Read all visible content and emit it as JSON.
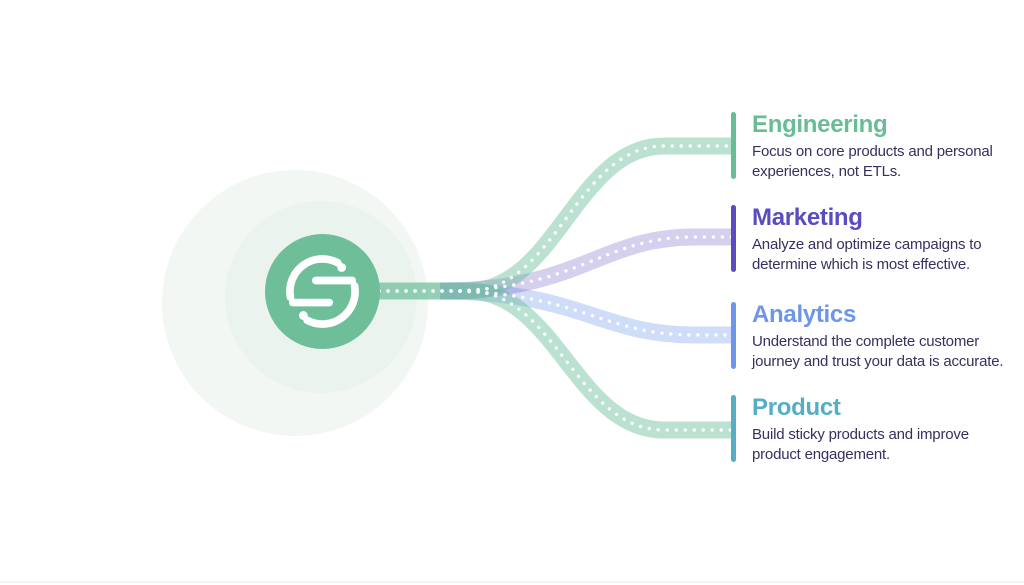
{
  "canvas": {
    "background": "#FFFFFF",
    "halo_outer_color": "#F2F7F4",
    "halo_inner_color": "#EBF3EF",
    "bottom_line_color": "#F3F4F6"
  },
  "logo": {
    "label": "Segment logo mark",
    "circle_color": "#6FBE9A",
    "glyph_color": "#FFFFFF"
  },
  "ribbon_dot_color": "#FFFFFF",
  "description_text_color": "#37305F",
  "sections": [
    {
      "id": "engineering",
      "title": "Engineering",
      "accent": "#69BD96",
      "ribbon_color": "rgba(105,189,150,0.45)",
      "desc_line1": "Focus on core products and personal",
      "desc_line2": "experiences, not ETLs."
    },
    {
      "id": "marketing",
      "title": "Marketing",
      "accent": "#5A4BBE",
      "ribbon_color": "rgba(88,72,188,0.26)",
      "desc_line1": "Analyze and optimize campaigns to",
      "desc_line2": "determine which is most effective."
    },
    {
      "id": "analytics",
      "title": "Analytics",
      "accent": "#6D96EA",
      "ribbon_color": "rgba(109,150,234,0.32)",
      "desc_line1": "Understand the complete customer",
      "desc_line2": "journey and trust your data is accurate."
    },
    {
      "id": "product",
      "title": "Product",
      "accent": "#55AEC4",
      "ribbon_color": "rgba(105,189,150,0.45)",
      "desc_line1": "Build sticky products and improve",
      "desc_line2": "product engagement."
    }
  ]
}
